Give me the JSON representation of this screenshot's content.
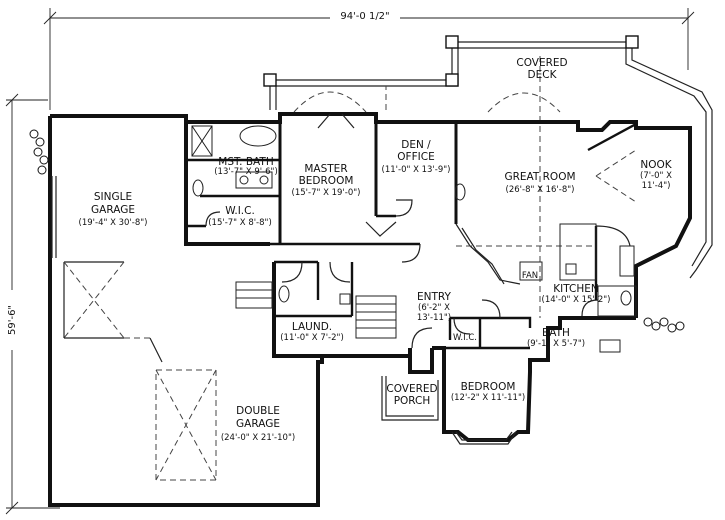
{
  "dimensions": {
    "overall_width": "94'-0 1/2\"",
    "overall_depth": "59'-6\""
  },
  "rooms": {
    "covered_deck": {
      "name_line1": "COVERED",
      "name_line2": "DECK"
    },
    "single_garage": {
      "name_line1": "SINGLE",
      "name_line2": "GARAGE",
      "size": "(19'-4\" X 30'-8\")"
    },
    "mst_bath": {
      "name": "MST. BATH",
      "size": "(13'-7\" X 9'-6\")"
    },
    "wic": {
      "name": "W.I.C.",
      "size": "(15'-7\" X 8'-8\")"
    },
    "master_bedroom": {
      "name_line1": "MASTER",
      "name_line2": "BEDROOM",
      "size": "(15'-7\" X 19'-0\")"
    },
    "den_office": {
      "name_line1": "DEN /",
      "name_line2": "OFFICE",
      "size": "(11'-0\" X 13'-9\")"
    },
    "great_room": {
      "name": "GREAT ROOM",
      "size": "(26'-8\" X 16'-8\")"
    },
    "nook": {
      "name": "NOOK",
      "size_line1": "(7'-0\" X",
      "size_line2": "11'-4\")"
    },
    "fan": {
      "label": "FAN"
    },
    "kitchen": {
      "name": "KITCHEN",
      "size": "(14'-0\" X 15'-2\")"
    },
    "entry": {
      "name": "ENTRY",
      "size_line1": "(6'-2\" X",
      "size_line2": "13'-11\")"
    },
    "laund": {
      "name": "LAUND.",
      "size": "(11'-0\" X 7'-2\")"
    },
    "wic_small": {
      "label": "W.I.C."
    },
    "bath": {
      "name": "BATH",
      "size": "(9'-1\" X 5'-7\")"
    },
    "covered_porch": {
      "name_line1": "COVERED",
      "name_line2": "PORCH"
    },
    "bedroom": {
      "name": "BEDROOM",
      "size": "(12'-2\" X 11'-11\")"
    },
    "double_garage": {
      "name_line1": "DOUBLE",
      "name_line2": "GARAGE",
      "size": "(24'-0\" X 21'-10\")"
    }
  }
}
